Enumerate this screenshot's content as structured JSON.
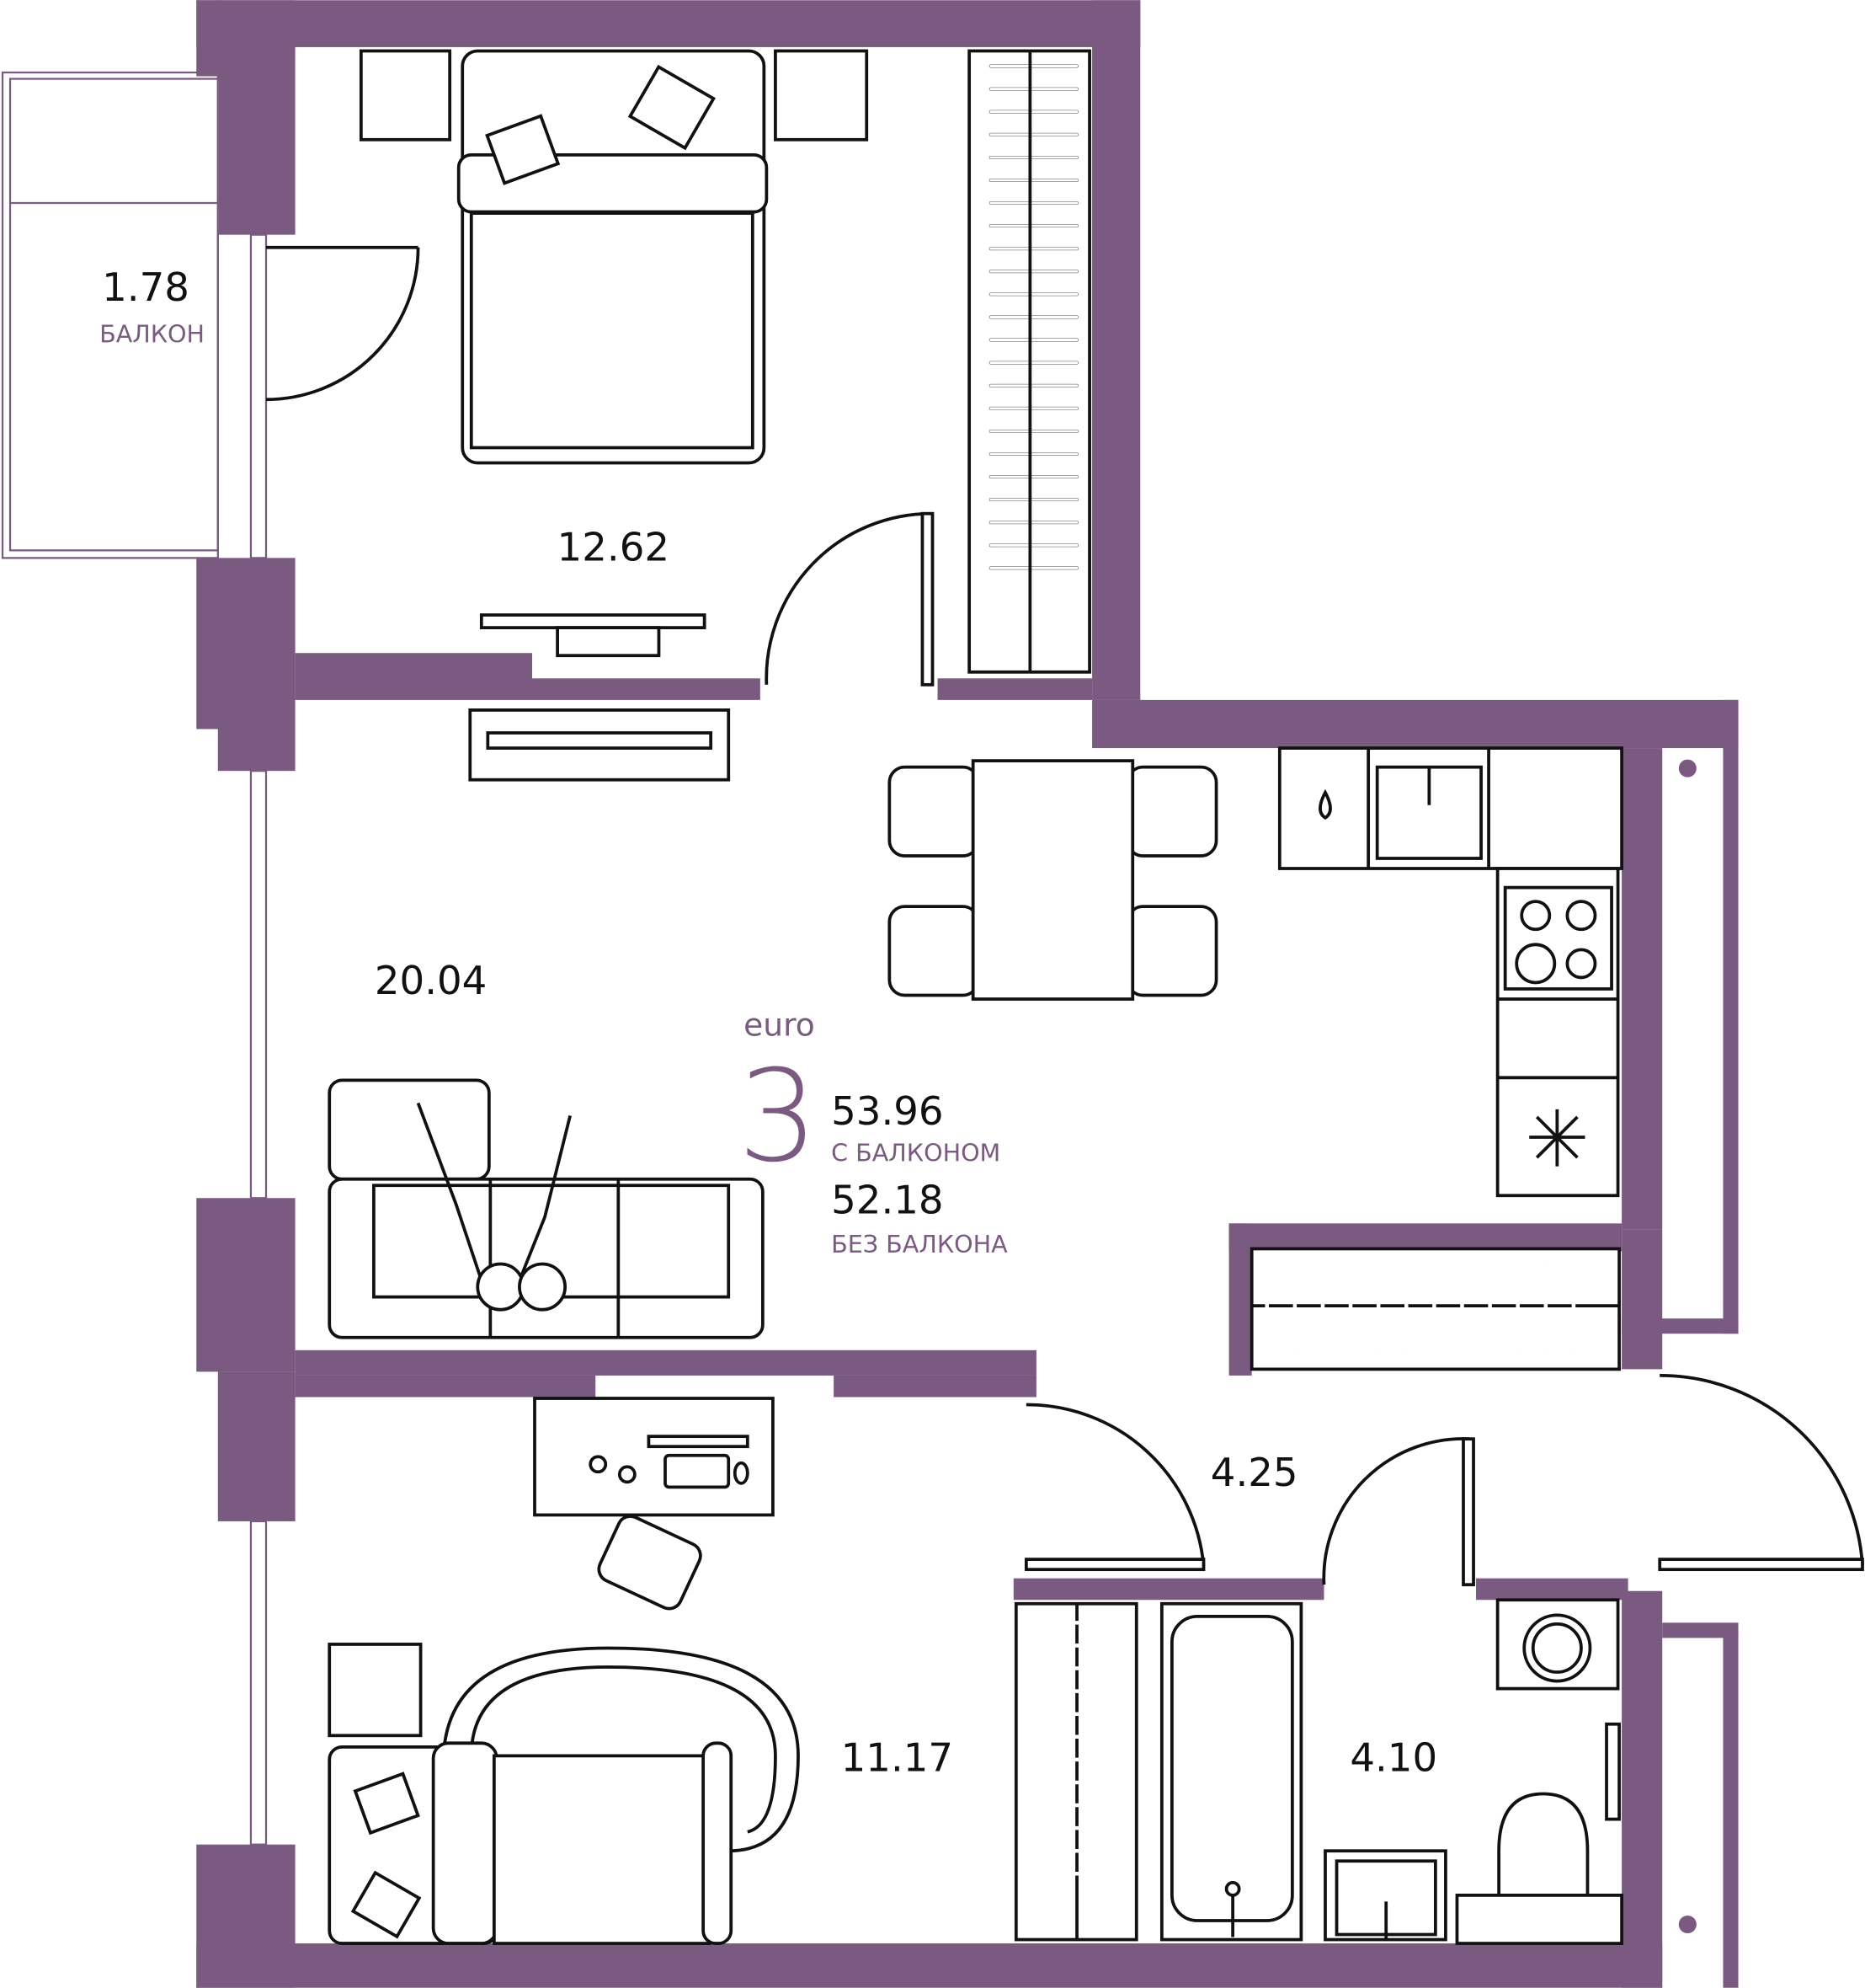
{
  "plan": {
    "type_prefix": "euro",
    "rooms_count": "3",
    "area_with_balcony": "53.96",
    "area_with_balcony_label": "С БАЛКОНОМ",
    "area_without_balcony": "52.18",
    "area_without_balcony_label": "БЕЗ БАЛКОНА",
    "accent_color": "#7a5a80"
  },
  "rooms": [
    {
      "area": "1.78",
      "label": "БАЛКОН"
    },
    {
      "area": "12.62"
    },
    {
      "area": "20.04"
    },
    {
      "area": "4.25"
    },
    {
      "area": "11.17"
    },
    {
      "area": "4.10"
    }
  ]
}
